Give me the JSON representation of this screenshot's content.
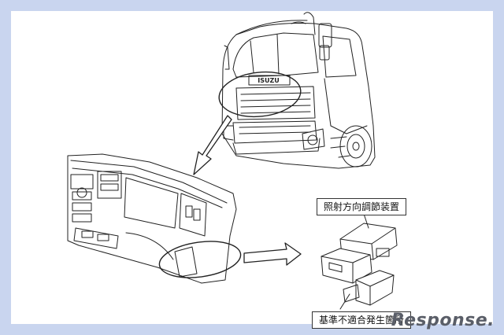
{
  "brand_badge": "ISUZU",
  "labels": {
    "device": "照射方向調節装置",
    "defect": "基準不適合発生箇所"
  },
  "watermark": "Response."
}
